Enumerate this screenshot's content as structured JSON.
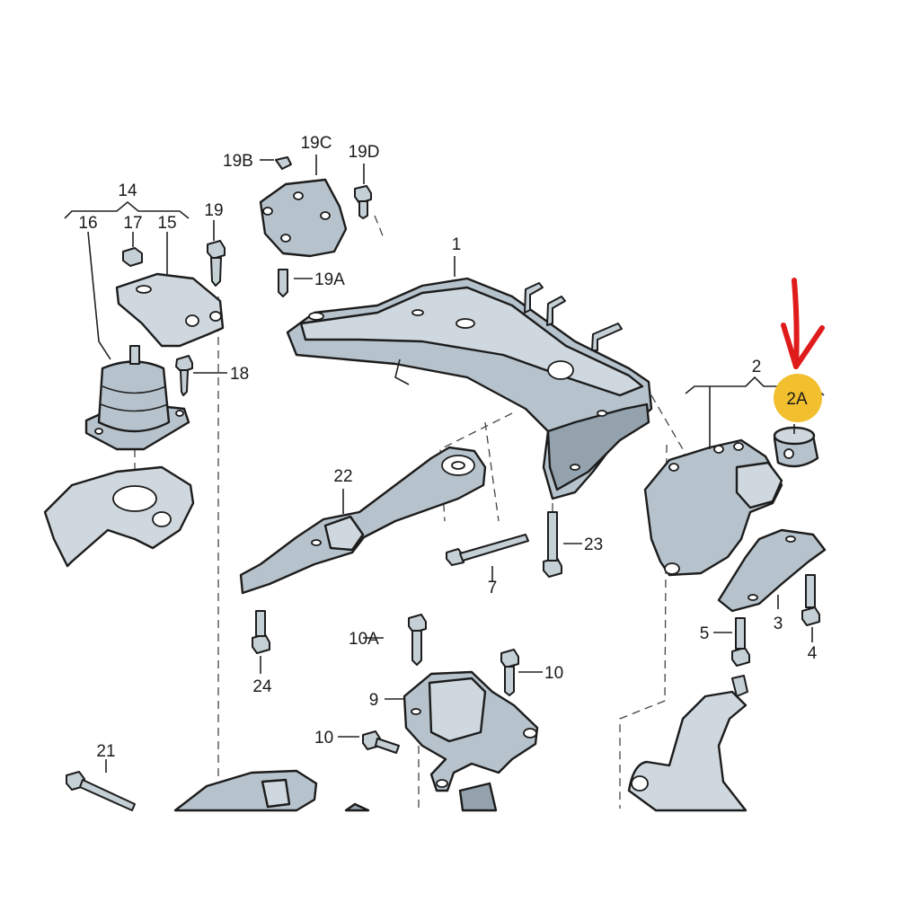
{
  "callouts": {
    "c1": "1",
    "c2": "2",
    "c2a": "2A",
    "c3": "3",
    "c4": "4",
    "c5": "5",
    "c7": "7",
    "c9": "9",
    "c10a": "10",
    "c10b": "10",
    "c10A": "10A",
    "c14": "14",
    "c15": "15",
    "c16": "16",
    "c17": "17",
    "c18": "18",
    "c19": "19",
    "c19A": "19A",
    "c19B": "19B",
    "c19C": "19C",
    "c19D": "19D",
    "c21": "21",
    "c22": "22",
    "c23": "23",
    "c24": "24"
  },
  "colors": {
    "highlight_badge": "#f2bf2e",
    "arrow": "#e01b1b",
    "part_fill": "#b7c3cc",
    "outline": "#1c1c1c"
  }
}
